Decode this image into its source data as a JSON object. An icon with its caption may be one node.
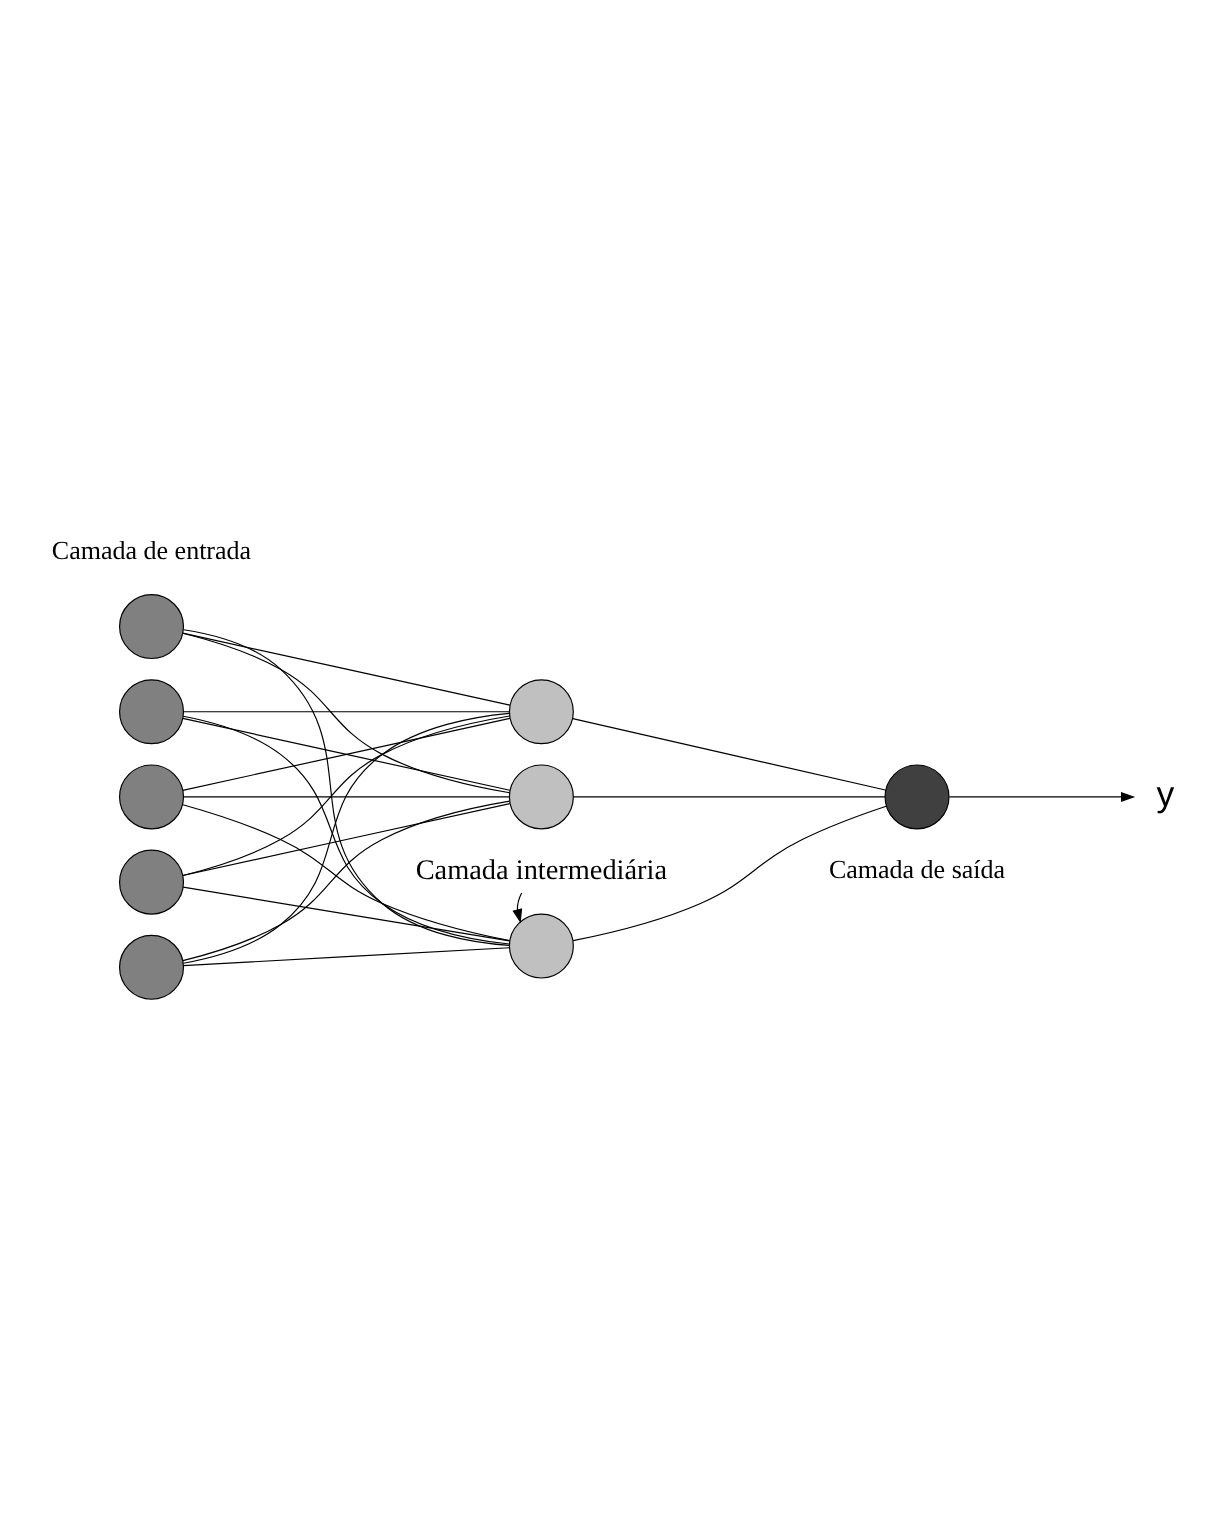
{
  "diagram": {
    "nodes": [
      {
        "text": [],
        "shape": "circle"
      },
      {
        "text": [],
        "shape": "circle"
      },
      {
        "text": [],
        "shape": "circle"
      },
      {
        "text": [],
        "shape": "circle"
      },
      {
        "text": [],
        "shape": "circle"
      },
      {
        "text": [],
        "shape": "circle"
      },
      {
        "text": [],
        "shape": "circle"
      },
      {
        "text": [],
        "shape": "circle"
      },
      {
        "text": [],
        "shape": "circle"
      },
      {
        "text": [
          "y"
        ]
      },
      {
        "text": [
          "Camada intermediária"
        ]
      }
    ],
    "edges": [
      {
        "from": 0,
        "to": 5,
        "arrow": "none"
      },
      {
        "from": 0,
        "to": 6,
        "arrow": "none"
      },
      {
        "from": 0,
        "to": 7,
        "arrow": "none"
      },
      {
        "from": 1,
        "to": 5,
        "arrow": "none"
      },
      {
        "from": 1,
        "to": 6,
        "arrow": "none"
      },
      {
        "from": 1,
        "to": 7,
        "arrow": "none"
      },
      {
        "from": 2,
        "to": 5,
        "arrow": "none"
      },
      {
        "from": 2,
        "to": 6,
        "arrow": "none"
      },
      {
        "from": 2,
        "to": 7,
        "arrow": "none"
      },
      {
        "from": 3,
        "to": 5,
        "arrow": "none"
      },
      {
        "from": 3,
        "to": 6,
        "arrow": "none"
      },
      {
        "from": 3,
        "to": 7,
        "arrow": "none"
      },
      {
        "from": 4,
        "to": 5,
        "arrow": "none"
      },
      {
        "from": 4,
        "to": 6,
        "arrow": "none"
      },
      {
        "from": 4,
        "to": 7,
        "arrow": "none"
      },
      {
        "from": 5,
        "to": 8,
        "arrow": "none"
      },
      {
        "from": 6,
        "to": 8,
        "arrow": "none"
      },
      {
        "from": 7,
        "to": 8,
        "arrow": "none"
      },
      {
        "from": 8,
        "to": 9,
        "arrow": "to"
      },
      {
        "from": 10,
        "to": 7,
        "arrow": "to"
      }
    ],
    "labels": [
      "Camada de entrada",
      "Camada de saída"
    ]
  }
}
